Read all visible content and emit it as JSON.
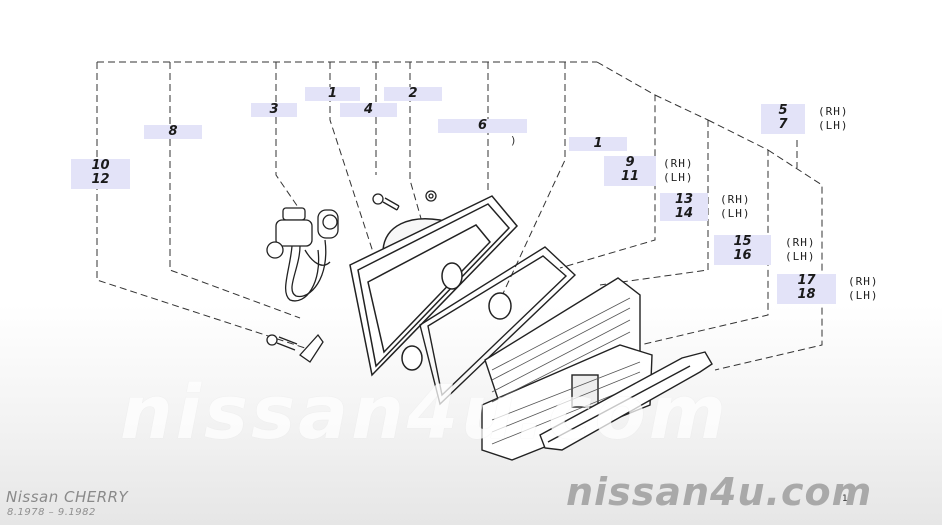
{
  "callouts": {
    "c1a": "1",
    "c2": "2",
    "c3": "3",
    "c4": "4",
    "c5_7": "5\n7",
    "c6": "6",
    "c8": "8",
    "c9_11": "9\n11",
    "c10_12": "10\n12",
    "c1b": "1",
    "c13_14": "13\n14",
    "c15_16": "15\n16",
    "c17_18": "17\n18"
  },
  "side": {
    "rh": "(RH)",
    "lh": "(LH)"
  },
  "paren": ")",
  "watermark": "nissan4u.com",
  "footer": {
    "model": "Nissan CHERRY",
    "dates": "8.1978 – 9.1982",
    "site": "nissan4u.com",
    "page": "1"
  }
}
